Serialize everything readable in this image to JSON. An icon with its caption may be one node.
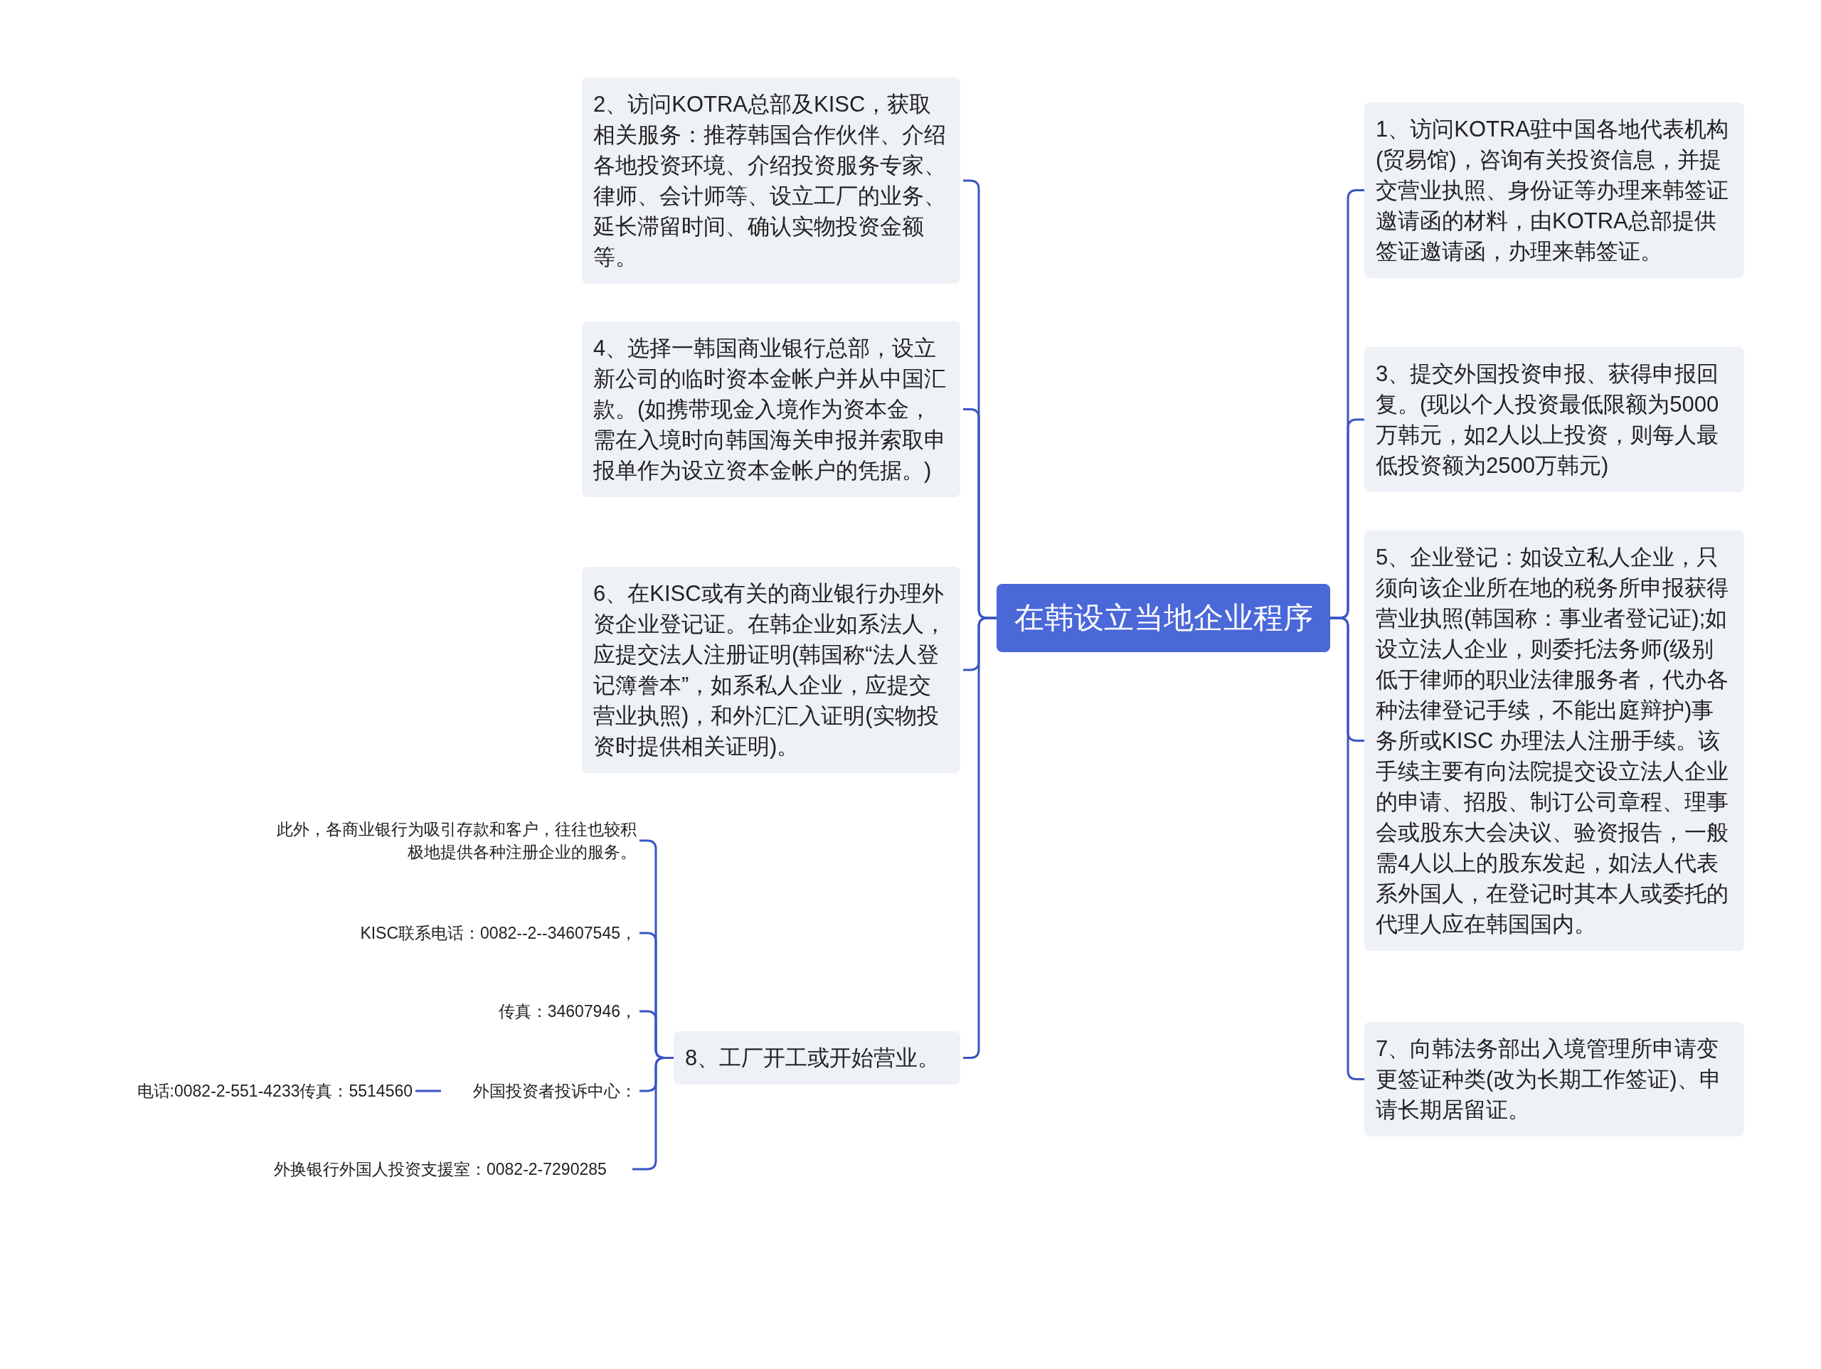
{
  "diagram": {
    "nodes": [
      {
        "text": [
          "在韩设立当地企业程序"
        ]
      },
      {
        "text": [
          "1、访问KOTRA驻中国各地代表机构(贸易馆)，咨询有关投资信息，并提交营业执照、身份证等办理来韩签证邀请函的材料，由KOTRA总部提供签证邀请函，办理来韩签证。"
        ]
      },
      {
        "text": [
          "2、访问KOTRA总部及KISC，获取相关服务：推荐韩国合作伙伴、介绍各地投资环境、介绍投资服务专家、律师、会计师等、设立工厂的业务、延长滞留时间、确认实物投资金额等。"
        ]
      },
      {
        "text": [
          "3、提交外国投资申报、获得申报回复。(现以个人投资最低限额为5000万韩元，如2人以上投资，则每人最低投资额为2500万韩元)"
        ]
      },
      {
        "text": [
          "4、选择一韩国商业银行总部，设立新公司的临时资本金帐户并从中国汇款。(如携带现金入境作为资本金，需在入境时向韩国海关申报并索取申报单作为设立资本金帐户的凭据。)"
        ]
      },
      {
        "text": [
          "5、企业登记：如设立私人企业，只须向该企业所在地的税务所申报获得营业执照(韩国称：事业者登记证);如设立法人企业，则委托法务师(级别低于律师的职业法律服务者，代办各种法律登记手续，不能出庭辩护)事务所或KISC 办理法人注册手续。该手续主要有向法院提交设立法人企业的申请、招股、制订公司章程、理事会或股东大会决议、验资报告，一般需4人以上的股东发起，如法人代表系外国人，在登记时其本人或委托的代理人应在韩国国内。"
        ]
      },
      {
        "text": [
          "6、在KISC或有关的商业银行办理外资企业登记证。在韩企业如系法人，应提交法人注册证明(韩国称“法人登记簿誊本”，如系私人企业，应提交营业执照)，和外汇汇入证明(实物投资时提供相关证明)。"
        ]
      },
      {
        "text": [
          "7、向韩法务部出入境管理所申请变更签证种类(改为长期工作签证)、申请长期居留证。"
        ]
      },
      {
        "text": [
          "8、工厂开工或开始营业。"
        ]
      },
      {
        "text": [
          "此外，各商业银行为吸引存款和客户，往往也较积极地提供各种注册企业的服务。"
        ]
      },
      {
        "text": [
          "KISC联系电话：0082--2--34607545，"
        ]
      },
      {
        "text": [
          "传真：34607946，"
        ]
      },
      {
        "text": [
          "外国投资者投诉中心："
        ]
      },
      {
        "text": [
          "电话:0082-2-551-4233传真：5514560"
        ]
      },
      {
        "text": [
          "外换银行外国人投资支援室：0082-2-7290285"
        ]
      }
    ],
    "edges": [
      {
        "from": 0,
        "to": 1,
        "arrow": "none"
      },
      {
        "from": 0,
        "to": 2,
        "arrow": "none"
      },
      {
        "from": 0,
        "to": 3,
        "arrow": "none"
      },
      {
        "from": 0,
        "to": 4,
        "arrow": "none"
      },
      {
        "from": 0,
        "to": 5,
        "arrow": "none"
      },
      {
        "from": 0,
        "to": 6,
        "arrow": "none"
      },
      {
        "from": 0,
        "to": 7,
        "arrow": "none"
      },
      {
        "from": 0,
        "to": 8,
        "arrow": "none"
      },
      {
        "from": 8,
        "to": 9,
        "arrow": "none"
      },
      {
        "from": 8,
        "to": 10,
        "arrow": "none"
      },
      {
        "from": 8,
        "to": 11,
        "arrow": "none"
      },
      {
        "from": 8,
        "to": 12,
        "arrow": "none"
      },
      {
        "from": 12,
        "to": 13,
        "arrow": "none"
      },
      {
        "from": 8,
        "to": 14,
        "arrow": "none"
      }
    ]
  }
}
